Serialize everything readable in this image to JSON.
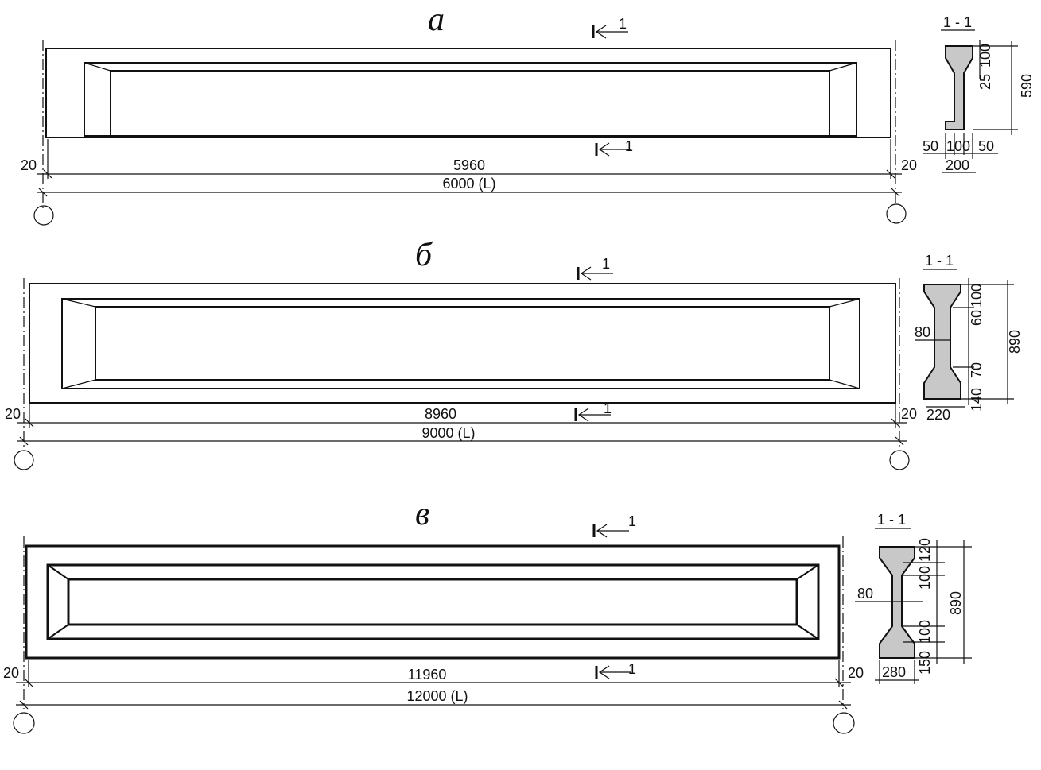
{
  "panels": [
    {
      "title": "а",
      "section_mark": "1",
      "dim_inner": "5960",
      "dim_total": "6000 (L)",
      "dim_left": "20",
      "dim_right": "20",
      "section_title": "1 - 1",
      "section_dims": [
        "100",
        "25",
        "590",
        "50",
        "100",
        "50",
        "200"
      ]
    },
    {
      "title": "б",
      "section_mark": "1",
      "dim_inner": "8960",
      "dim_total": "9000 (L)",
      "dim_left": "20",
      "dim_right": "20",
      "section_title": "1 - 1",
      "section_dims": [
        "100",
        "60",
        "890",
        "80",
        "70",
        "140",
        "220"
      ]
    },
    {
      "title": "в",
      "section_mark": "1",
      "dim_inner": "11960",
      "dim_total": "12000 (L)",
      "dim_left": "20",
      "dim_right": "20",
      "section_title": "1 - 1",
      "section_dims": [
        "120",
        "100",
        "890",
        "80",
        "100",
        "150",
        "280"
      ]
    }
  ]
}
